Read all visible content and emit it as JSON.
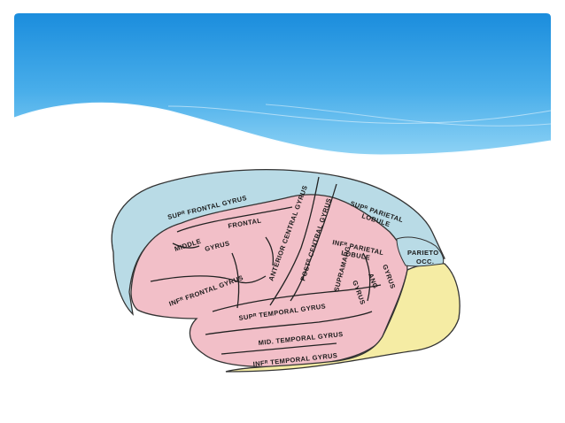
{
  "colors": {
    "banner_top": "#1d8fdf",
    "banner_bottom": "#6cc4f2",
    "frontal_blue": "#b9dbe6",
    "temporal_pink": "#f2bfc8",
    "occipital_yellow": "#f5eca4",
    "outline": "#333333"
  },
  "brain": {
    "labels": {
      "sup_frontal": "SUPᴿ FRONTAL GYRUS",
      "middle": "MIDDLE",
      "frontal": "FRONTAL",
      "gyrus_mid": "GYRUS",
      "inf_frontal": "INFᴿ FRONTAL GYRUS",
      "anterior_central": "ANTERIOR CENTRAL GYRUS",
      "post_central": "POSTᴿ CENTRAL GYRUS",
      "sup_parietal": "SUPᴿ PARIETAL",
      "lobule_1": "LOBULE",
      "inf_parietal": "INFᴿ PARIETAL",
      "lobule_2": "LOBULE",
      "parieto": "PARIETO",
      "occ": "OCC.",
      "supramarg": "SUPRAMARG",
      "gyrus_v": "GYRUS",
      "angular": "ANG",
      "gyrus_v2": "GYRUS",
      "sup_temporal": "SUPᴿ TEMPORAL GYRUS",
      "mid_temporal": "MID. TEMPORAL GYRUS",
      "inf_temporal": "INFᴿ TEMPORAL GYRUS"
    }
  }
}
